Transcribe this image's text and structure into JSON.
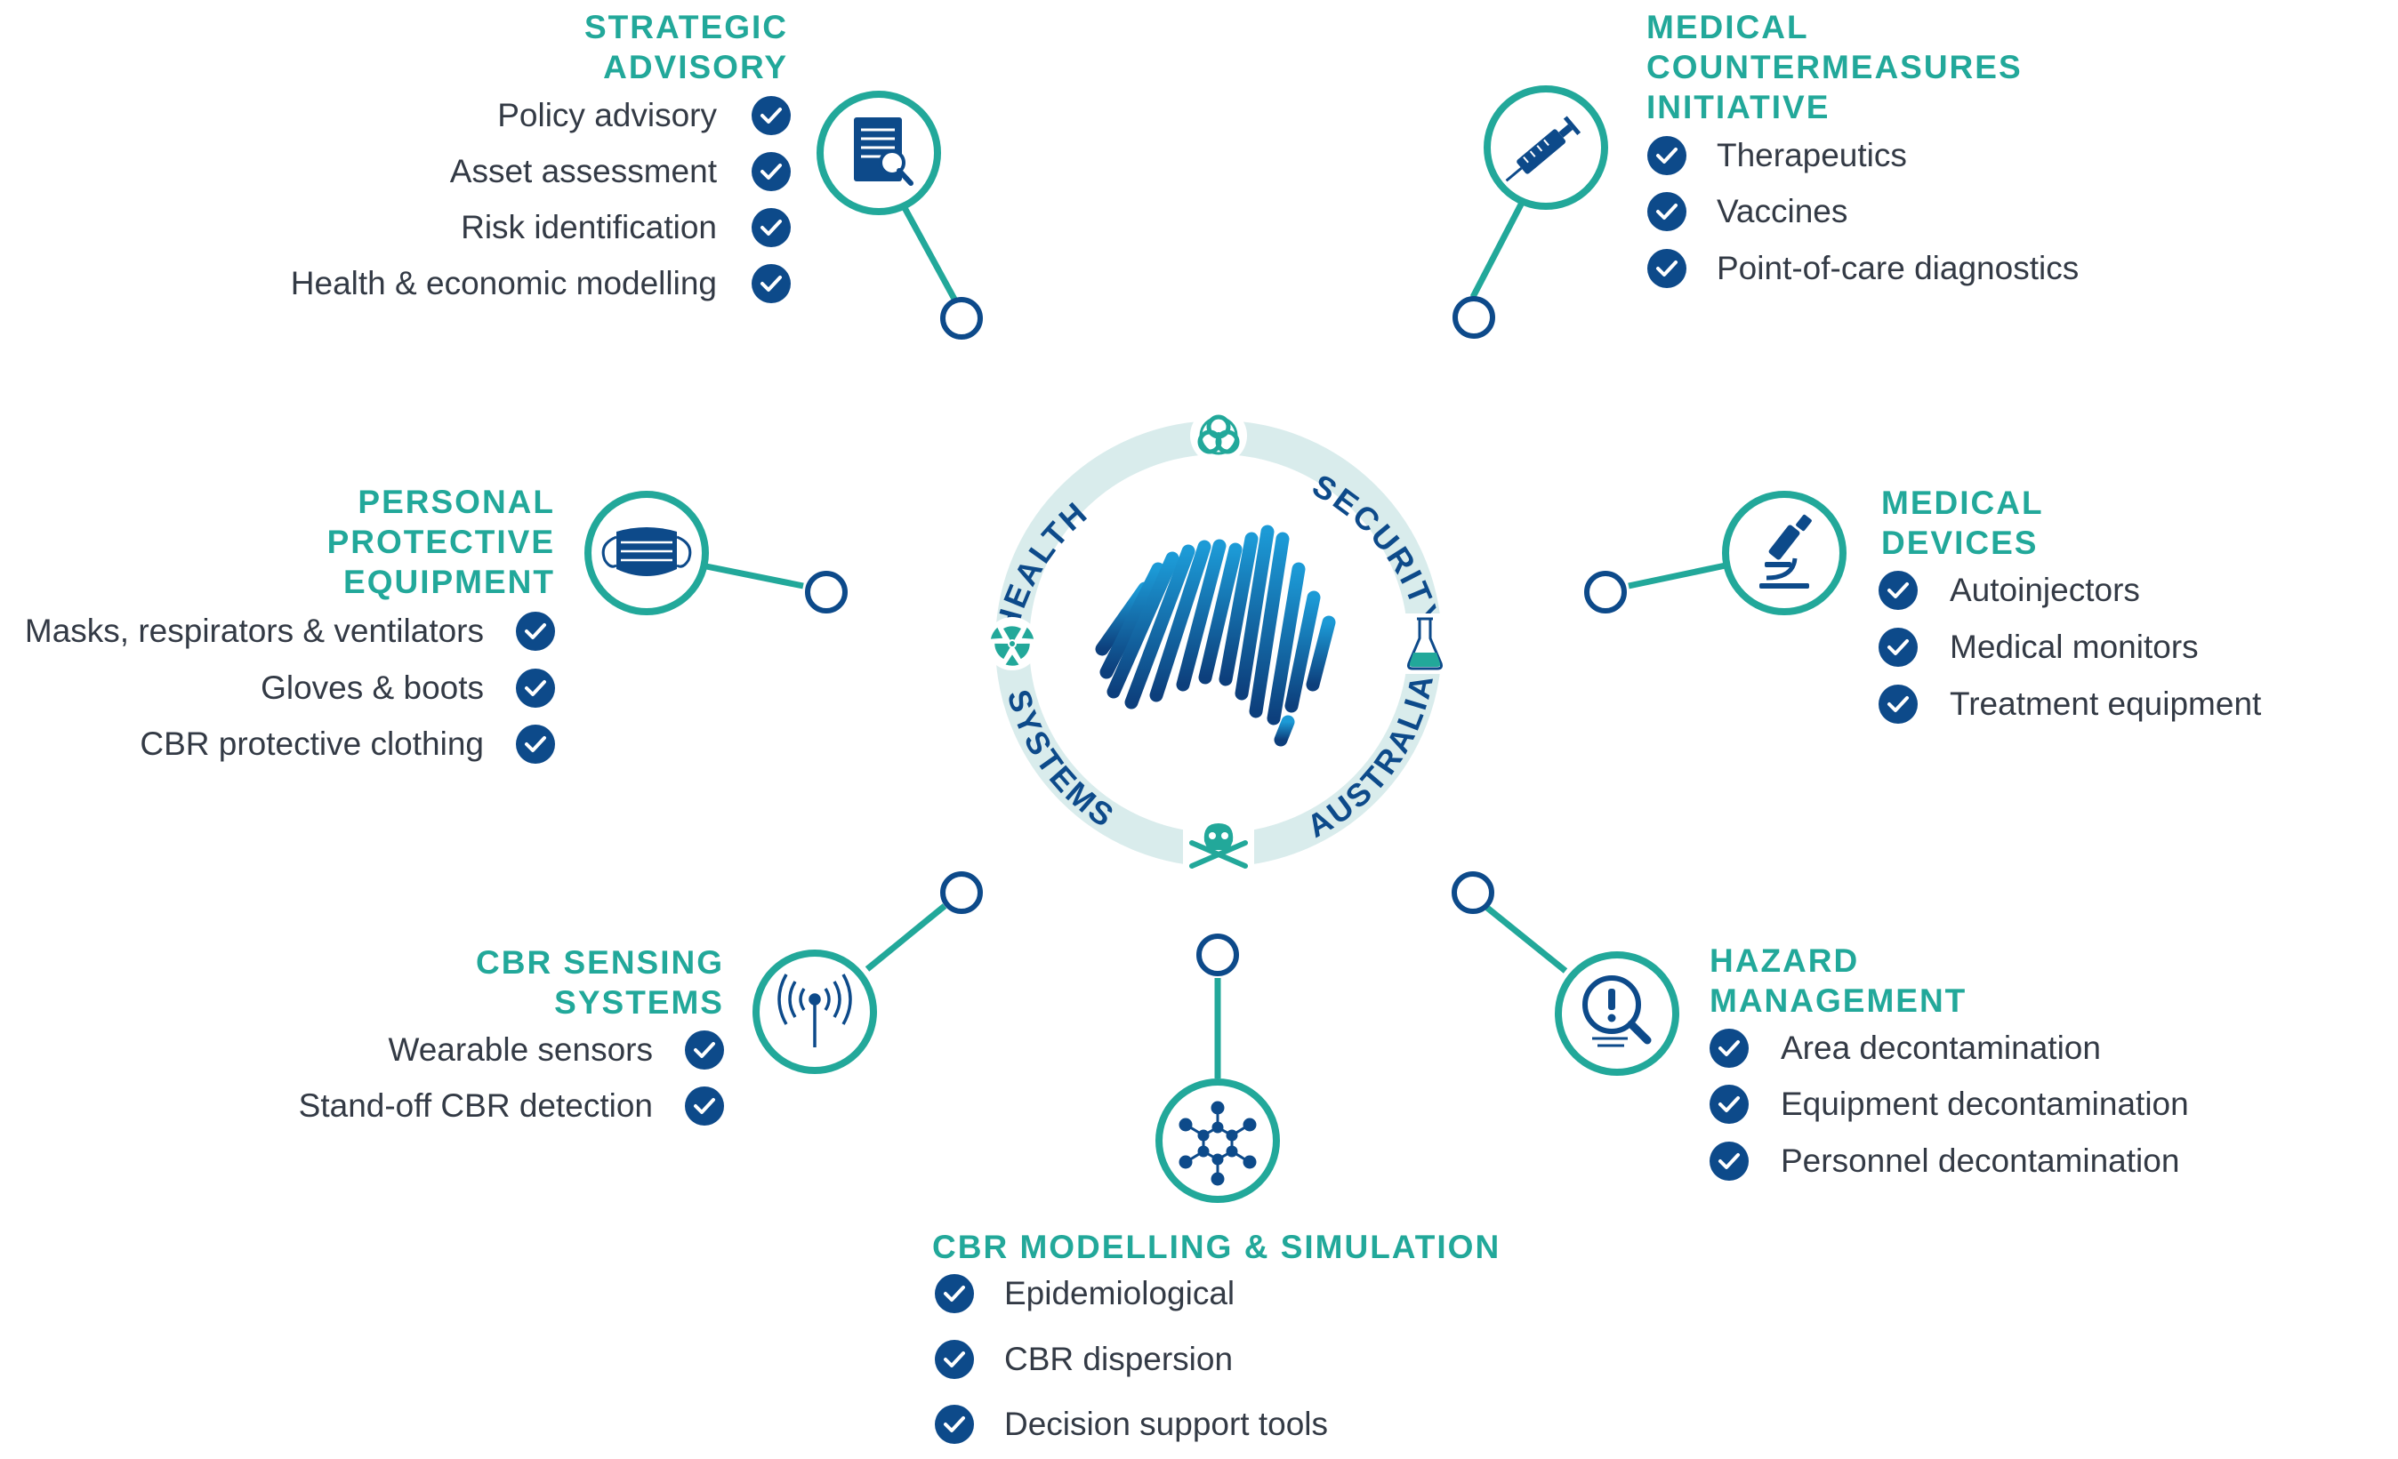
{
  "colors": {
    "teal": "#22a89a",
    "navy": "#0d4a8a",
    "ring": "#d9ecec",
    "text": "#333a45"
  },
  "hub": {
    "ring_words": [
      "HEALTH",
      "SECURITY",
      "SYSTEMS",
      "AUSTRALIA"
    ],
    "icons": [
      "biohazard-icon",
      "radiation-icon",
      "flask-icon",
      "skull-crossbones-icon"
    ],
    "center": "australia-map-stripes"
  },
  "nodes": {
    "strategic_advisory": {
      "title": [
        "STRATEGIC",
        "ADVISORY"
      ],
      "icon": "document-search-icon",
      "items": [
        "Policy advisory",
        "Asset assessment",
        "Risk identification",
        "Health & economic modelling"
      ]
    },
    "mcm_initiative": {
      "title": [
        "MEDICAL",
        "COUNTERMEASURES",
        "INITIATIVE"
      ],
      "icon": "syringe-icon",
      "items": [
        "Therapeutics",
        "Vaccines",
        "Point-of-care diagnostics"
      ]
    },
    "ppe": {
      "title": [
        "PERSONAL",
        "PROTECTIVE",
        "EQUIPMENT"
      ],
      "icon": "face-mask-icon",
      "items": [
        "Masks, respirators & ventilators",
        "Gloves & boots",
        "CBR protective clothing"
      ]
    },
    "medical_devices": {
      "title": [
        "MEDICAL",
        "DEVICES"
      ],
      "icon": "microscope-icon",
      "items": [
        "Autoinjectors",
        "Medical monitors",
        "Treatment equipment"
      ]
    },
    "cbr_sensing": {
      "title": [
        "CBR SENSING",
        "SYSTEMS"
      ],
      "icon": "antenna-signal-icon",
      "items": [
        "Wearable sensors",
        "Stand-off CBR detection"
      ]
    },
    "hazard_management": {
      "title": [
        "HAZARD",
        "MANAGEMENT"
      ],
      "icon": "hazard-magnifier-icon",
      "items": [
        "Area decontamination",
        "Equipment decontamination",
        "Personnel decontamination"
      ]
    },
    "cbr_modelling": {
      "title": [
        "CBR MODELLING & SIMULATION"
      ],
      "icon": "network-graph-icon",
      "items": [
        "Epidemiological",
        "CBR dispersion",
        "Decision support tools"
      ]
    }
  }
}
